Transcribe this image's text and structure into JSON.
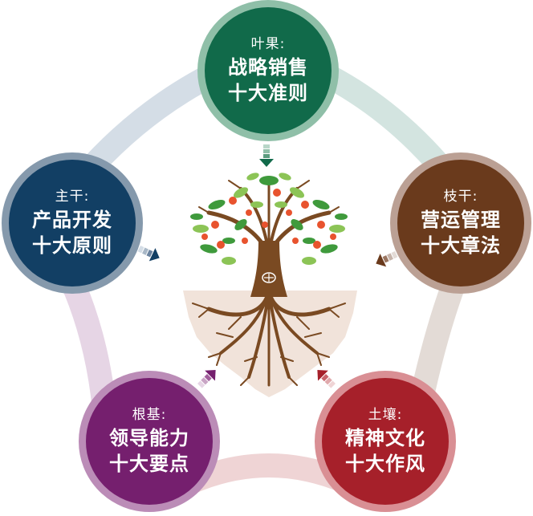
{
  "diagram": {
    "type": "pentagon-cycle",
    "center_image": "apple-tree-with-roots",
    "nodes": [
      {
        "id": "top",
        "label": "叶果:",
        "line1": "战略销售",
        "line2": "十大准则",
        "fill": "#116a4a",
        "ring": "#8fbfa8",
        "band": "#d3e4e0"
      },
      {
        "id": "left",
        "label": "主干:",
        "line1": "产品开发",
        "line2": "十大原则",
        "fill": "#123f64",
        "ring": "#8599ac",
        "band": "#d4dde6"
      },
      {
        "id": "right",
        "label": "枝干:",
        "line1": "营运管理",
        "line2": "十大章法",
        "fill": "#6a3a1c",
        "ring": "#bba094",
        "band": "#e3dbd6"
      },
      {
        "id": "bottom-left",
        "label": "根基:",
        "line1": "领导能力",
        "line2": "十大要点",
        "fill": "#751f6e",
        "ring": "#bb8cb7",
        "band": "#e6d5e5"
      },
      {
        "id": "bottom-right",
        "label": "土壤:",
        "line1": "精神文化",
        "line2": "十大作风",
        "fill": "#a6202a",
        "ring": "#d98f94",
        "band": "#efd4d5"
      }
    ],
    "arrows": [
      {
        "from": "top",
        "direction": "down",
        "color": "#116a4a"
      },
      {
        "from": "left",
        "direction": "down-right",
        "color": "#123f64"
      },
      {
        "from": "right",
        "direction": "down-left",
        "color": "#6a3a1c"
      },
      {
        "from": "bottom-left",
        "direction": "up-right",
        "color": "#751f6e"
      },
      {
        "from": "bottom-right",
        "direction": "up-left",
        "color": "#a6202a"
      }
    ],
    "colors": {
      "soil": "#f1e3da",
      "trunk": "#7a4a22",
      "leaf_dark": "#3f9a3c",
      "leaf_light": "#8cc456",
      "fruit": "#e8532e"
    }
  }
}
